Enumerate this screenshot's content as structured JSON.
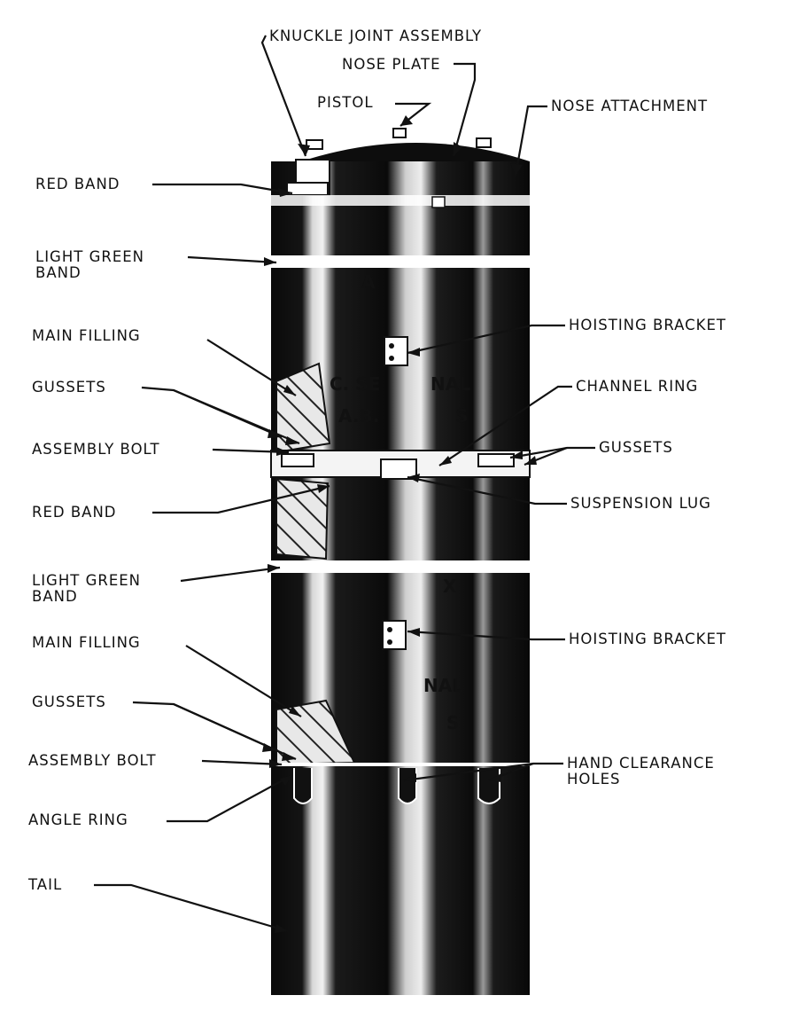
{
  "labels": {
    "knuckle_joint_assembly": "KNUCKLE JOINT ASSEMBLY",
    "nose_plate": "NOSE PLATE",
    "pistol": "PISTOL",
    "nose_attachment": "NOSE ATTACHMENT",
    "red_band_1": "RED BAND",
    "light_green_band_1": [
      "LIGHT GREEN",
      "BAND"
    ],
    "main_filling_1": "MAIN FILLING",
    "gussets_1": "GUSSETS",
    "assembly_bolt_1": "ASSEMBLY BOLT",
    "red_band_2": "RED BAND",
    "light_green_band_2": [
      "LIGHT GREEN",
      "BAND"
    ],
    "main_filling_2": "MAIN FILLING",
    "gussets_2": "GUSSETS",
    "assembly_bolt_2": "ASSEMBLY BOLT",
    "angle_ring": "ANGLE RING",
    "tail": "TAIL",
    "hoisting_bracket_1": "HOISTING BRACKET",
    "channel_ring": "CHANNEL RING",
    "gussets_3": "GUSSETS",
    "suspension_lug": "SUSPENSION LUG",
    "hoisting_bracket_2": "HOISTING BRACKET",
    "hand_clearance_holes": [
      "HAND CLEARANCE",
      "HOLES"
    ]
  },
  "stencils": {
    "upper_1": "A",
    "upper_2": "C. SE",
    "upper_3": "NAL",
    "upper_4": "A.B.",
    "upper_5": "S",
    "lower_1": "X",
    "lower_2": "NAL",
    "lower_3": "S"
  },
  "colors": {
    "ink": "#111111",
    "body_dark": "#0d0d0d",
    "highlight": "#ffffff"
  }
}
